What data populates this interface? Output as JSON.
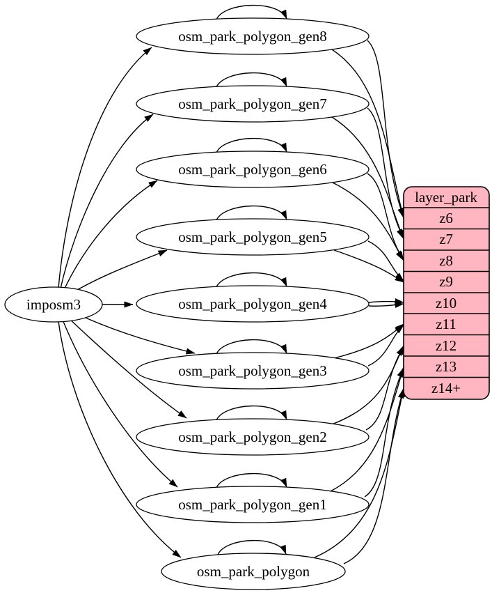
{
  "diagram": {
    "type": "etl-graph",
    "background": "#ffffff",
    "node_fill": "#ffffff",
    "edge_color": "#000000",
    "source": {
      "label": "imposm3"
    },
    "tables": [
      {
        "label": "osm_park_polygon_gen8",
        "feeds_zoom": "z6"
      },
      {
        "label": "osm_park_polygon_gen7",
        "feeds_zoom": "z7"
      },
      {
        "label": "osm_park_polygon_gen6",
        "feeds_zoom": "z8"
      },
      {
        "label": "osm_park_polygon_gen5",
        "feeds_zoom": "z9"
      },
      {
        "label": "osm_park_polygon_gen4",
        "feeds_zoom": "z10"
      },
      {
        "label": "osm_park_polygon_gen3",
        "feeds_zoom": "z11"
      },
      {
        "label": "osm_park_polygon_gen2",
        "feeds_zoom": "z12"
      },
      {
        "label": "osm_park_polygon_gen1",
        "feeds_zoom": "z13"
      },
      {
        "label": "osm_park_polygon",
        "feeds_zoom": "z14+"
      }
    ],
    "layer": {
      "title": "layer_park",
      "rows": [
        "z6",
        "z7",
        "z8",
        "z9",
        "z10",
        "z11",
        "z12",
        "z13",
        "z14+"
      ],
      "fill": "#ffb6c1",
      "stroke": "#000000"
    },
    "edges": [
      {
        "from": "imposm3",
        "to": "osm_park_polygon_gen8"
      },
      {
        "from": "imposm3",
        "to": "osm_park_polygon_gen7"
      },
      {
        "from": "imposm3",
        "to": "osm_park_polygon_gen6"
      },
      {
        "from": "imposm3",
        "to": "osm_park_polygon_gen5"
      },
      {
        "from": "imposm3",
        "to": "osm_park_polygon_gen4"
      },
      {
        "from": "imposm3",
        "to": "osm_park_polygon_gen3"
      },
      {
        "from": "imposm3",
        "to": "osm_park_polygon_gen2"
      },
      {
        "from": "imposm3",
        "to": "osm_park_polygon_gen1"
      },
      {
        "from": "imposm3",
        "to": "osm_park_polygon"
      },
      {
        "from": "osm_park_polygon_gen8",
        "to": "osm_park_polygon_gen8",
        "type": "self-loop"
      },
      {
        "from": "osm_park_polygon_gen7",
        "to": "osm_park_polygon_gen7",
        "type": "self-loop"
      },
      {
        "from": "osm_park_polygon_gen6",
        "to": "osm_park_polygon_gen6",
        "type": "self-loop"
      },
      {
        "from": "osm_park_polygon_gen5",
        "to": "osm_park_polygon_gen5",
        "type": "self-loop"
      },
      {
        "from": "osm_park_polygon_gen4",
        "to": "osm_park_polygon_gen4",
        "type": "self-loop"
      },
      {
        "from": "osm_park_polygon_gen3",
        "to": "osm_park_polygon_gen3",
        "type": "self-loop"
      },
      {
        "from": "osm_park_polygon_gen2",
        "to": "osm_park_polygon_gen2",
        "type": "self-loop"
      },
      {
        "from": "osm_park_polygon_gen1",
        "to": "osm_park_polygon_gen1",
        "type": "self-loop"
      },
      {
        "from": "osm_park_polygon",
        "to": "osm_park_polygon",
        "type": "self-loop"
      },
      {
        "from": "osm_park_polygon_gen8",
        "to": "layer_park:z6",
        "count": 2
      },
      {
        "from": "osm_park_polygon_gen7",
        "to": "layer_park:z7",
        "count": 2
      },
      {
        "from": "osm_park_polygon_gen6",
        "to": "layer_park:z8",
        "count": 2
      },
      {
        "from": "osm_park_polygon_gen5",
        "to": "layer_park:z9",
        "count": 2
      },
      {
        "from": "osm_park_polygon_gen4",
        "to": "layer_park:z10",
        "count": 2
      },
      {
        "from": "osm_park_polygon_gen3",
        "to": "layer_park:z11",
        "count": 2
      },
      {
        "from": "osm_park_polygon_gen2",
        "to": "layer_park:z12",
        "count": 2
      },
      {
        "from": "osm_park_polygon_gen1",
        "to": "layer_park:z13",
        "count": 2
      },
      {
        "from": "osm_park_polygon",
        "to": "layer_park:z14+",
        "count": 2
      }
    ]
  }
}
